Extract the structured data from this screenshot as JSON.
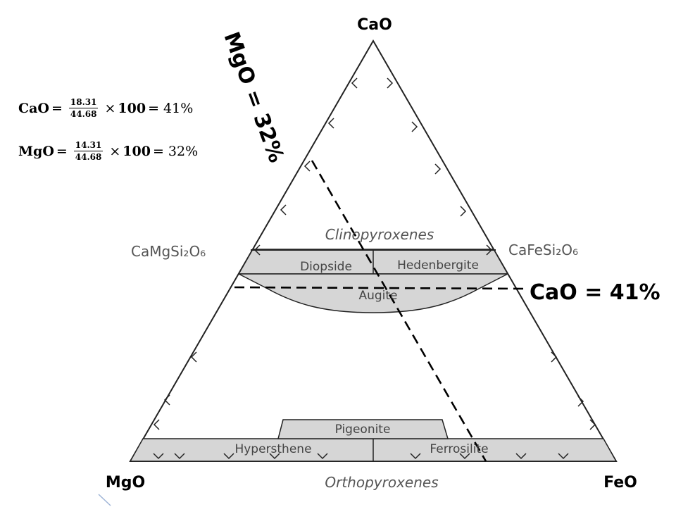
{
  "vertices": {
    "top": "CaO",
    "left": "MgO",
    "right": "FeO"
  },
  "endmembers": {
    "left": "CaMgSi₂O₆",
    "right": "CaFeSi₂O₆"
  },
  "groups": {
    "upper": "Clinopyroxenes",
    "lower": "Orthopyroxenes"
  },
  "fields": {
    "diopside": "Diopside",
    "hedenbergite": "Hedenbergite",
    "augite": "Augite",
    "pigeonite": "Pigeonite",
    "hypersthene": "Hypersthene",
    "ferrosilite": "Ferrosilite"
  },
  "annotations": {
    "mgo": "MgO = 32%",
    "cao": "CaO = 41%"
  },
  "composition": {
    "CaO_percent": 41,
    "MgO_percent": 32
  },
  "formulas": [
    {
      "oxide": "CaO",
      "eq": "=",
      "numerator": "18.31",
      "denominator": "44.68",
      "times": "×",
      "factor": "100",
      "result": "= 41%"
    },
    {
      "oxide": "MgO",
      "eq": "=",
      "numerator": "14.31",
      "denominator": "44.68",
      "times": "×",
      "factor": "100",
      "result": "= 32%"
    }
  ],
  "colors": {
    "field_fill": "#d6d6d6",
    "line": "#222222",
    "label_gray": "#555555"
  }
}
